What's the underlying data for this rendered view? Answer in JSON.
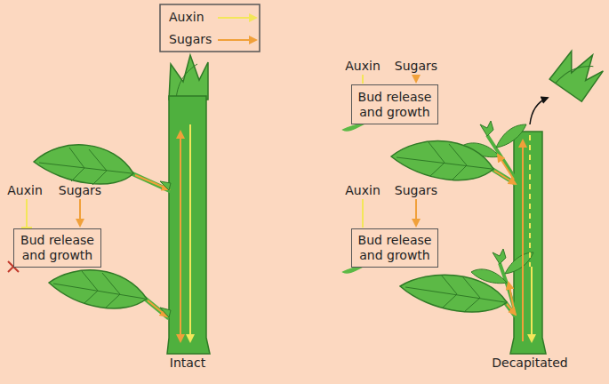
{
  "diagram": {
    "nodes": [
      {
        "text": [
          "Bud release and growth"
        ]
      },
      {
        "text": [
          "Bud release and growth"
        ]
      },
      {
        "text": [
          "Bud release and growth"
        ]
      }
    ],
    "labels": [
      "Auxin",
      "Sugars",
      "Auxin",
      "Sugars",
      "Auxin",
      "Sugars",
      "Intact",
      "Decapitated"
    ],
    "legend": [
      {
        "text": "Auxin"
      },
      {
        "text": "Sugars"
      }
    ]
  }
}
